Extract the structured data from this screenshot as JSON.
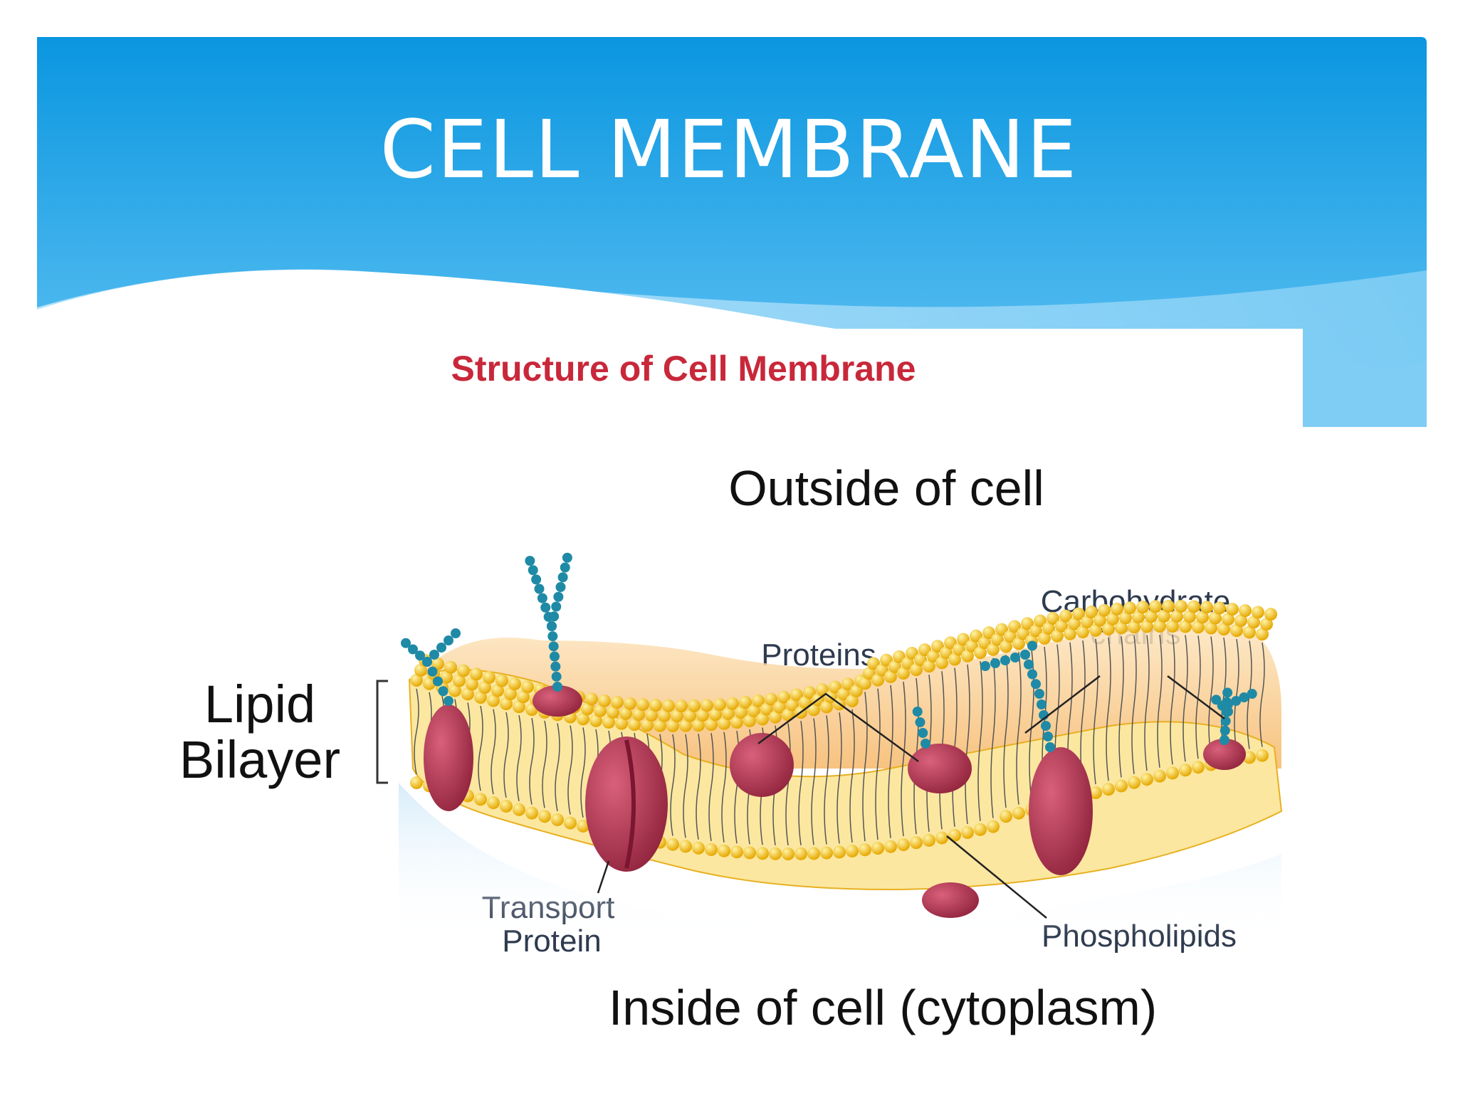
{
  "slide": {
    "title": "CELL MEMBRANE"
  },
  "diagram": {
    "heading": "Structure of Cell Membrane",
    "outside_label": "Outside of cell",
    "inside_label": "Inside of cell (cytoplasm)",
    "lipid_bilayer_line1": "Lipid",
    "lipid_bilayer_line2": "Bilayer",
    "proteins_label": "Proteins",
    "carbohydrate_line1": "Carbohydrate",
    "carbohydrate_line2": "chains",
    "transport_line1": "Transport",
    "transport_line2": "Protein",
    "phospholipids_label": "Phospholipids"
  },
  "colors": {
    "banner_top": "#0a96e0",
    "banner_bottom": "#5cc0f2",
    "heading_red": "#c8283a",
    "label_dark": "#2e3a4e",
    "protein": "#a8304a",
    "head_yellow": "#f2c21a",
    "carbohydrate": "#1f8aa6"
  }
}
